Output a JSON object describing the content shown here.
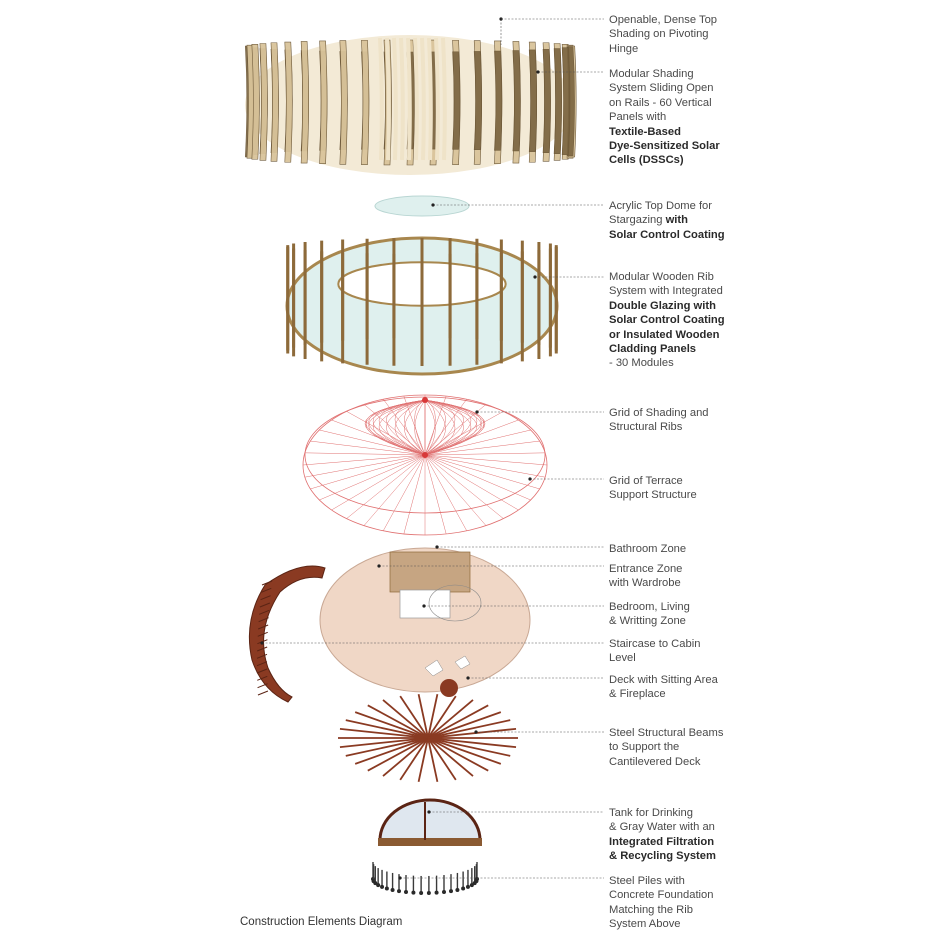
{
  "caption": "Construction Elements Diagram",
  "colors": {
    "wood_dark": "#7a6440",
    "wood_light": "#d9c49a",
    "glass": "#dff0ee",
    "grid": "#e07070",
    "beam": "#8a3a22",
    "deck": "#f0d7c6",
    "leader": "#555555"
  },
  "labels": [
    {
      "id": "top-shading",
      "lines": [
        {
          "t": "Openable, Dense Top"
        },
        {
          "t": "Shading on Pivoting"
        },
        {
          "t": "Hinge"
        }
      ]
    },
    {
      "id": "modular-shading",
      "lines": [
        {
          "t": "Modular Shading"
        },
        {
          "t": "System Sliding Open"
        },
        {
          "t": "on Rails - 60 Vertical"
        },
        {
          "t": "Panels with"
        },
        {
          "t": "Textile-Based",
          "b": true
        },
        {
          "t": "Dye-Sensitized Solar",
          "b": true
        },
        {
          "t": "Cells (DSSCs)",
          "b": true
        }
      ]
    },
    {
      "id": "acrylic-dome",
      "lines": [
        {
          "t": "Acrylic Top Dome for"
        },
        {
          "t": "Stargazing with",
          "bTail": "with"
        },
        {
          "t": "Solar Control Coating",
          "b": true
        }
      ]
    },
    {
      "id": "wooden-rib",
      "lines": [
        {
          "t": "Modular Wooden Rib"
        },
        {
          "t": "System with Integrated"
        },
        {
          "t": "Double Glazing with",
          "b": true
        },
        {
          "t": "Solar Control Coating",
          "b": true
        },
        {
          "t": "or Insulated Wooden",
          "b": true
        },
        {
          "t": "Cladding Panels",
          "b": true
        },
        {
          "t": "- 30 Modules"
        }
      ]
    },
    {
      "id": "grid-ribs",
      "lines": [
        {
          "t": "Grid of Shading and"
        },
        {
          "t": "Structural Ribs"
        }
      ]
    },
    {
      "id": "grid-terrace",
      "lines": [
        {
          "t": "Grid of Terrace"
        },
        {
          "t": "Support Structure"
        }
      ]
    },
    {
      "id": "bathroom",
      "lines": [
        {
          "t": "Bathroom Zone"
        }
      ]
    },
    {
      "id": "entrance",
      "lines": [
        {
          "t": "Entrance Zone"
        },
        {
          "t": "with Wardrobe"
        }
      ]
    },
    {
      "id": "bedroom",
      "lines": [
        {
          "t": "Bedroom, Living"
        },
        {
          "t": "& Writting Zone"
        }
      ]
    },
    {
      "id": "staircase",
      "lines": [
        {
          "t": "Staircase to Cabin"
        },
        {
          "t": "Level"
        }
      ]
    },
    {
      "id": "deck",
      "lines": [
        {
          "t": "Deck with Sitting Area"
        },
        {
          "t": "& Fireplace"
        }
      ]
    },
    {
      "id": "beams",
      "lines": [
        {
          "t": "Steel Structural Beams"
        },
        {
          "t": "to Support the"
        },
        {
          "t": "Cantilevered  Deck"
        }
      ]
    },
    {
      "id": "tank",
      "lines": [
        {
          "t": "Tank for Drinking"
        },
        {
          "t": "& Gray Water with an"
        },
        {
          "t": "Integrated Filtration",
          "b": true
        },
        {
          "t": "& Recycling System",
          "b": true
        }
      ]
    },
    {
      "id": "piles",
      "lines": [
        {
          "t": "Steel Piles with"
        },
        {
          "t": "Concrete Foundation"
        },
        {
          "t": "Matching the Rib"
        },
        {
          "t": "System Above"
        }
      ]
    }
  ]
}
